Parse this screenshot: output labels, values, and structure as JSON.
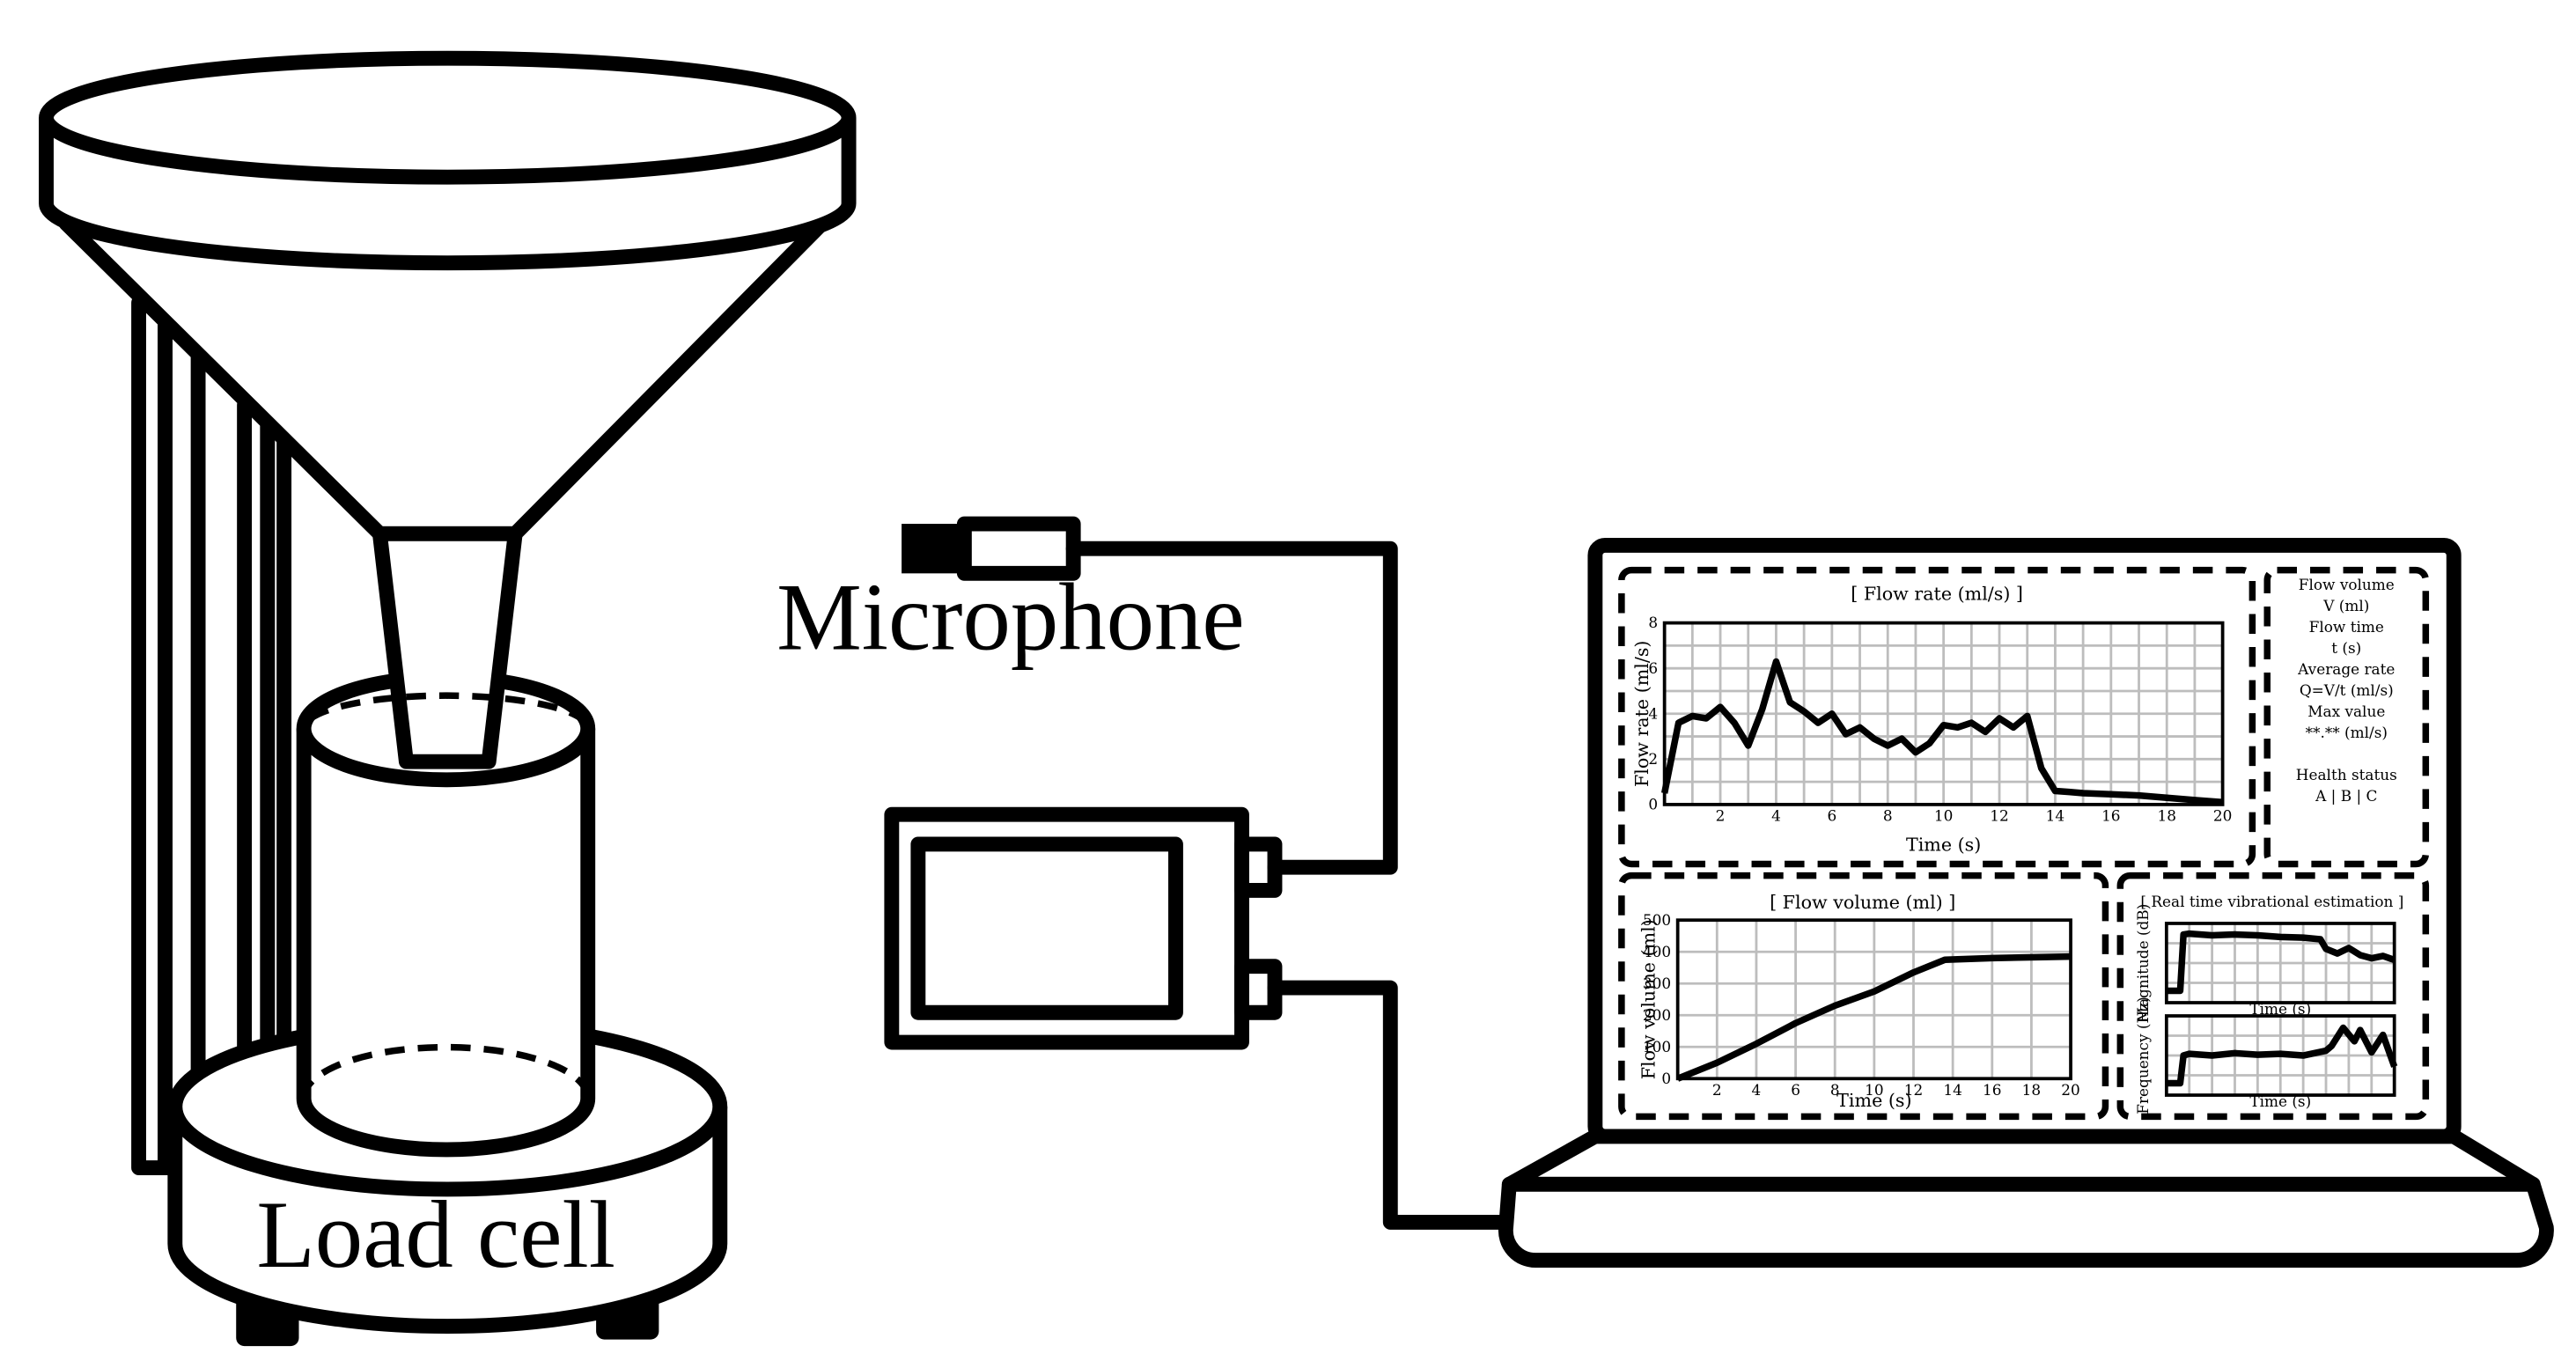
{
  "labels": {
    "microphone": "Microphone",
    "load_cell": "Load cell"
  },
  "screen": {
    "flow_panel": {
      "title": "[ Flow rate (ml/s) ]",
      "ylabel": "Flow rate (ml/s)",
      "xlabel": "Time (s)",
      "x_ticks": [
        "2",
        "4",
        "6",
        "8",
        "10",
        "12",
        "14",
        "16",
        "18",
        "20"
      ],
      "y_ticks": [
        "0",
        "2",
        "4",
        "6",
        "8"
      ]
    },
    "stats": [
      "Flow volume",
      "V (ml)",
      "Flow time",
      "t (s)",
      "Average rate",
      "Q=V/t (ml/s)",
      "Max value",
      "**.** (ml/s)",
      "",
      "Health status",
      "A | B | C"
    ],
    "volume_panel": {
      "title": "[ Flow volume (ml) ]",
      "ylabel": "Flow volume (ml)",
      "xlabel": "Time (s)",
      "x_ticks": [
        "2",
        "4",
        "6",
        "8",
        "10",
        "12",
        "14",
        "16",
        "18",
        "20"
      ],
      "y_ticks": [
        "0",
        "100",
        "200",
        "300",
        "400",
        "500"
      ]
    },
    "estimation_panel": {
      "title": "[ Real time vibrational estimation ]",
      "top_ylabel": "Magnitude (dB)",
      "bottom_ylabel": "Frequency (Hz)",
      "top_xlabel": "Time (s)",
      "bottom_xlabel": "Time (s)"
    }
  },
  "chart_data": [
    {
      "type": "line",
      "title": "[ Flow rate (ml/s) ]",
      "xlabel": "Time (s)",
      "ylabel": "Flow rate (ml/s)",
      "xlim": [
        0,
        20
      ],
      "ylim": [
        0,
        8
      ],
      "x": [
        0,
        0.5,
        1,
        1.5,
        2,
        2.5,
        3,
        3.5,
        4,
        4.5,
        5,
        5.5,
        6,
        6.5,
        7,
        7.5,
        8,
        8.5,
        9,
        9.5,
        10,
        10.5,
        11,
        11.5,
        12,
        12.5,
        13,
        13.5,
        14,
        14.5,
        15,
        16,
        17,
        18,
        19,
        20
      ],
      "values": [
        0.5,
        3.6,
        3.9,
        3.8,
        4.3,
        3.6,
        2.6,
        4.2,
        6.3,
        4.5,
        4.1,
        3.6,
        4.0,
        3.1,
        3.4,
        2.9,
        2.6,
        2.9,
        2.3,
        2.7,
        3.5,
        3.4,
        3.6,
        3.2,
        3.8,
        3.4,
        3.9,
        1.6,
        0.6,
        0.55,
        0.5,
        0.45,
        0.4,
        0.3,
        0.2,
        0.1
      ],
      "grid": true
    },
    {
      "type": "line",
      "title": "[ Flow volume (ml) ]",
      "xlabel": "Time (s)",
      "ylabel": "Flow volume (ml)",
      "xlim": [
        0,
        20
      ],
      "ylim": [
        0,
        500
      ],
      "x": [
        0,
        2,
        4,
        6,
        8,
        10,
        12,
        13.6,
        16,
        20
      ],
      "values": [
        0,
        50,
        110,
        175,
        230,
        275,
        335,
        375,
        380,
        385
      ],
      "grid": true
    },
    {
      "type": "line",
      "title": "[ Real time vibrational estimation ]",
      "ylabel": "Magnitude (dB)",
      "xlim": [
        0,
        20
      ],
      "ylim": [
        0,
        10
      ],
      "x": [
        0,
        1.2,
        1.5,
        2,
        4,
        6,
        8,
        10,
        12,
        13.5,
        14,
        15,
        16,
        17,
        18,
        19,
        20
      ],
      "values": [
        1.5,
        1.5,
        8.6,
        8.7,
        8.5,
        8.6,
        8.5,
        8.3,
        8.2,
        8.0,
        6.8,
        6.2,
        6.9,
        6.0,
        5.6,
        5.9,
        5.4
      ],
      "grid": true
    },
    {
      "type": "line",
      "ylabel": "Frequency (Hz)",
      "xlim": [
        0,
        20
      ],
      "ylim": [
        0,
        10
      ],
      "x": [
        0,
        1.2,
        1.5,
        2,
        4,
        6,
        8,
        10,
        12,
        14,
        14.5,
        15.5,
        16.5,
        17,
        18,
        19,
        20
      ],
      "values": [
        1.5,
        1.5,
        5.0,
        5.2,
        5.0,
        5.3,
        5.1,
        5.2,
        5.0,
        5.6,
        6.2,
        8.5,
        6.8,
        8.2,
        5.4,
        7.6,
        3.6
      ],
      "grid": true
    }
  ]
}
